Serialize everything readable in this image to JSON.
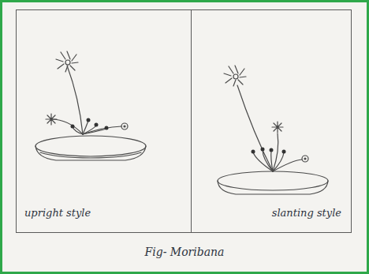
{
  "diagram": {
    "caption": "Fig- Moribana",
    "nodes": [
      {
        "text": [
          "upright style"
        ]
      },
      {
        "text": [
          "slanting style"
        ]
      }
    ]
  }
}
